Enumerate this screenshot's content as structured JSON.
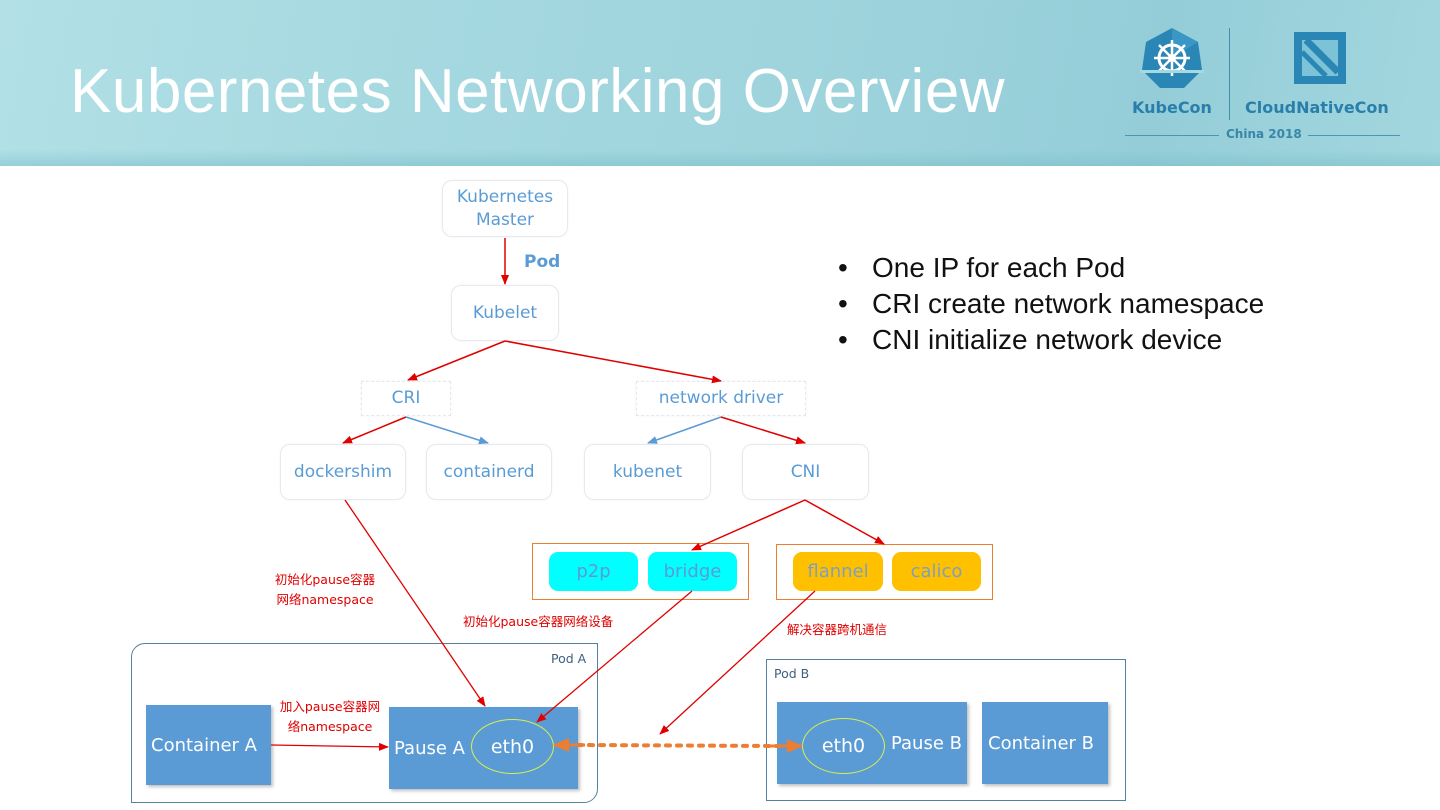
{
  "slide": {
    "title": "Kubernetes Networking Overview",
    "logos": {
      "kubecon": "KubeCon",
      "cloudnativecon": "CloudNativeCon",
      "event": "China 2018"
    }
  },
  "bullets": [
    "One IP for each Pod",
    "CRI create network namespace",
    "CNI initialize network device"
  ],
  "diagram": {
    "master": "Kubernetes Master",
    "master_line1": "Kubernetes",
    "master_line2": "Master",
    "pod_edge_label": "Pod",
    "kubelet": "Kubelet",
    "cri": "CRI",
    "network_driver": "network driver",
    "dockershim": "dockershim",
    "containerd": "containerd",
    "kubenet": "kubenet",
    "cni": "CNI",
    "plugins_local": [
      "p2p",
      "bridge"
    ],
    "plugins_overlay": [
      "flannel",
      "calico"
    ],
    "notes": {
      "init_namespace_line1": "初始化pause容器",
      "init_namespace_line2": "网络namespace",
      "init_device": "初始化pause容器网络设备",
      "cross_host": "解决容器跨机通信",
      "join_ns_line1": "加入pause容器网",
      "join_ns_line2": "络namespace"
    },
    "pod_a": {
      "label": "Pod A",
      "container": "Container A",
      "pause": "Pause A",
      "eth": "eth0"
    },
    "pod_b": {
      "label": "Pod B",
      "container": "Container B",
      "pause": "Pause B",
      "eth": "eth0"
    },
    "colors": {
      "node_text": "#5b9bd5",
      "arrow_red": "#e00000",
      "arrow_blue": "#5b9bd5",
      "container_fill": "#5b9bd5",
      "cyan_plugin": "#00ffff",
      "orange_plugin": "#ffc000",
      "link_orange": "#ed7d31",
      "eth_outline": "#d9ef4e"
    }
  }
}
